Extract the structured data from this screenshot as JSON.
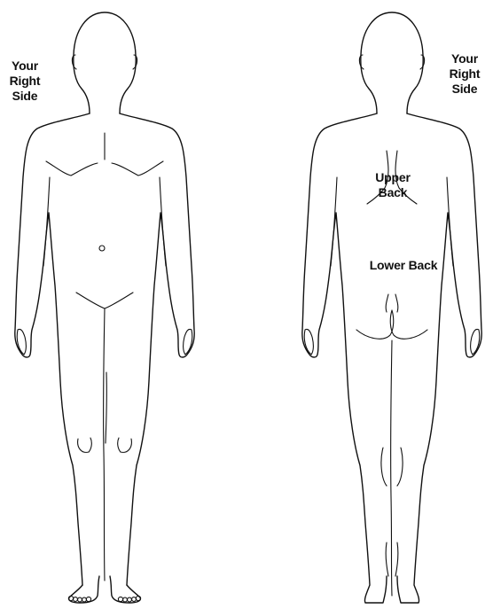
{
  "labels": {
    "front_side": [
      "Your",
      "Right",
      "Side"
    ],
    "back_side": [
      "Your",
      "Right",
      "Side"
    ],
    "upper_back": [
      "Upper",
      "Back"
    ],
    "lower_back": "Lower Back"
  }
}
